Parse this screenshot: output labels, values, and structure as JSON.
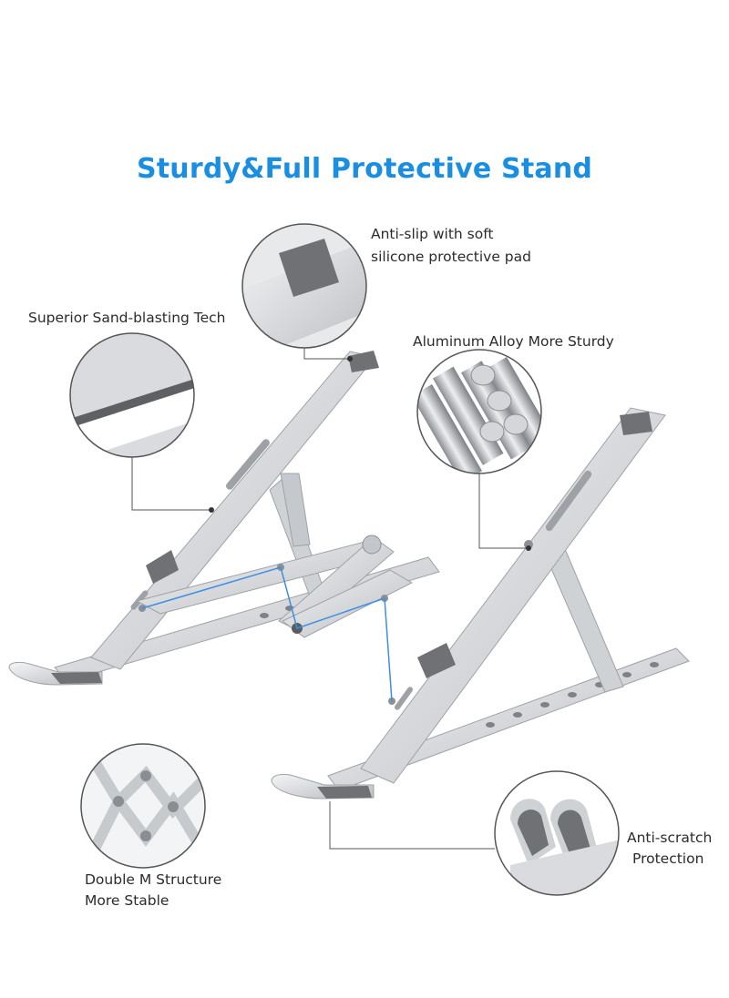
{
  "title": "Sturdy&Full Protective Stand",
  "callouts": {
    "anti_slip": [
      "Anti-slip with soft",
      "silicone protective pad"
    ],
    "sand_blasting": "Superior Sand-blasting Tech",
    "aluminum": "Aluminum Alloy More Sturdy",
    "double_m": [
      "Double M Structure",
      "More Stable"
    ],
    "anti_scratch": [
      "Anti-scratch",
      "Protection"
    ]
  },
  "colors": {
    "title": "#1a8ee0",
    "aluminum": "#d9dbde",
    "aluminum_dark": "#a9adb2",
    "pad": "#6f7174",
    "hinge_line": "#3d8fe0"
  }
}
